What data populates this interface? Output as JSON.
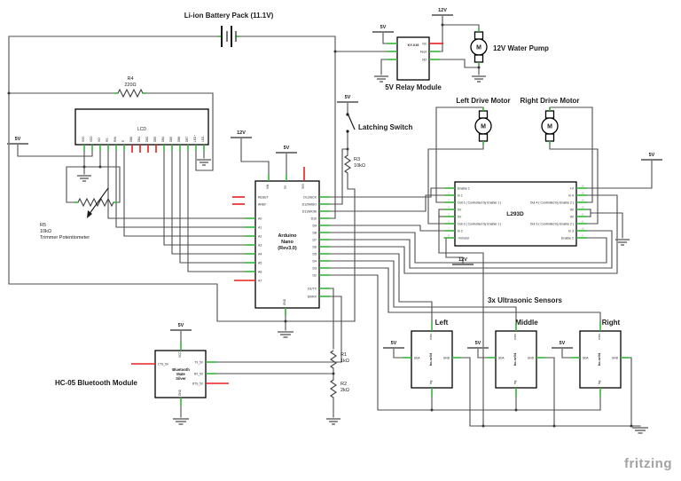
{
  "watermark": "fritzing",
  "power": {
    "v5": "5V",
    "v12": "12V"
  },
  "battery": {
    "label": "Li-ion Battery Pack (11.1V)"
  },
  "lcd": {
    "label": "LCD",
    "pins": [
      "VSS",
      "VDD",
      "VO",
      "RS",
      "R/W",
      "E",
      "DB0",
      "DB1",
      "DB2",
      "DB3",
      "DB4",
      "DB5",
      "DB6",
      "DB7",
      "LED+",
      "LED-"
    ]
  },
  "resistors": {
    "r1": {
      "name": "R1",
      "value": "1kΩ"
    },
    "r2": {
      "name": "R2",
      "value": "2kΩ"
    },
    "r3": {
      "name": "R3",
      "value": "10kΩ"
    },
    "r4": {
      "name": "R4",
      "value": "220Ω"
    },
    "r5": {
      "name": "R5",
      "value": "10kΩ",
      "caption": "Trimmer Potentiometer"
    }
  },
  "latching_switch": {
    "label": "Latching Switch"
  },
  "relay": {
    "name": "KY-019",
    "caption": "5V Relay Module",
    "pins": [
      "NC",
      "Feed",
      "NO"
    ]
  },
  "pump": {
    "label": "12V Water Pump",
    "symbol": "M"
  },
  "motors": {
    "left": "Left Drive Motor",
    "right": "Right Drive Motor",
    "symbol": "M"
  },
  "arduino": {
    "line1": "Arduino",
    "line2": "Nano",
    "line3": "(Rev3.0)",
    "top_pins": [
      "VIN",
      "5V",
      "3V3"
    ],
    "bottom_pin": "GND",
    "left_pins": [
      "RESET",
      "AREF",
      "A0",
      "A1",
      "A2",
      "A3",
      "A4",
      "A5",
      "A6",
      "A7"
    ],
    "right_pins": [
      "D13/SCK",
      "D12/MISO",
      "D11/MOSI",
      "D10",
      "D9",
      "D8",
      "D7",
      "D6",
      "D5",
      "D4",
      "D3",
      "D2",
      "D1/TX",
      "D0/RX"
    ]
  },
  "l293d": {
    "name": "L293D",
    "left_pins": [
      "Enable 1",
      "In 1",
      "Out 1 ( Controlled by Enable 1 )",
      "0V",
      "0V",
      "Out 2 ( Controlled by Enable 1 )",
      "In 2",
      "+Vmotor"
    ],
    "right_pins": [
      "+V",
      "In 4",
      "Out 4 ( Controlled by Enable 2 )",
      "0V",
      "0V",
      "Out 3 ( Controlled by Enable 2 )",
      "In 3",
      "Enable 2"
    ],
    "left_nums": [
      "1",
      "2",
      "3",
      "4",
      "5",
      "6",
      "7",
      "8"
    ],
    "right_nums": [
      "16",
      "15",
      "14",
      "13",
      "12",
      "11",
      "10",
      "9"
    ]
  },
  "bluetooth": {
    "caption": "HC-05 Bluetooth Module",
    "line1": "Bluetooth",
    "line2": "Mate",
    "line3": "Silver",
    "pins": {
      "top": "VCC",
      "bottom": "GND",
      "left": "CTS_5V",
      "tx": "TX_5V",
      "rx": "RX_5V",
      "rts": "RTS_5V"
    }
  },
  "ultrasonic": {
    "title": "3x Ultrasonic Sensors",
    "chip": "hc-sr04",
    "units": [
      "Left",
      "Middle",
      "Right"
    ],
    "pins": {
      "left": "SDA",
      "right": "GND",
      "top": "echo",
      "bottom": "trig"
    }
  }
}
